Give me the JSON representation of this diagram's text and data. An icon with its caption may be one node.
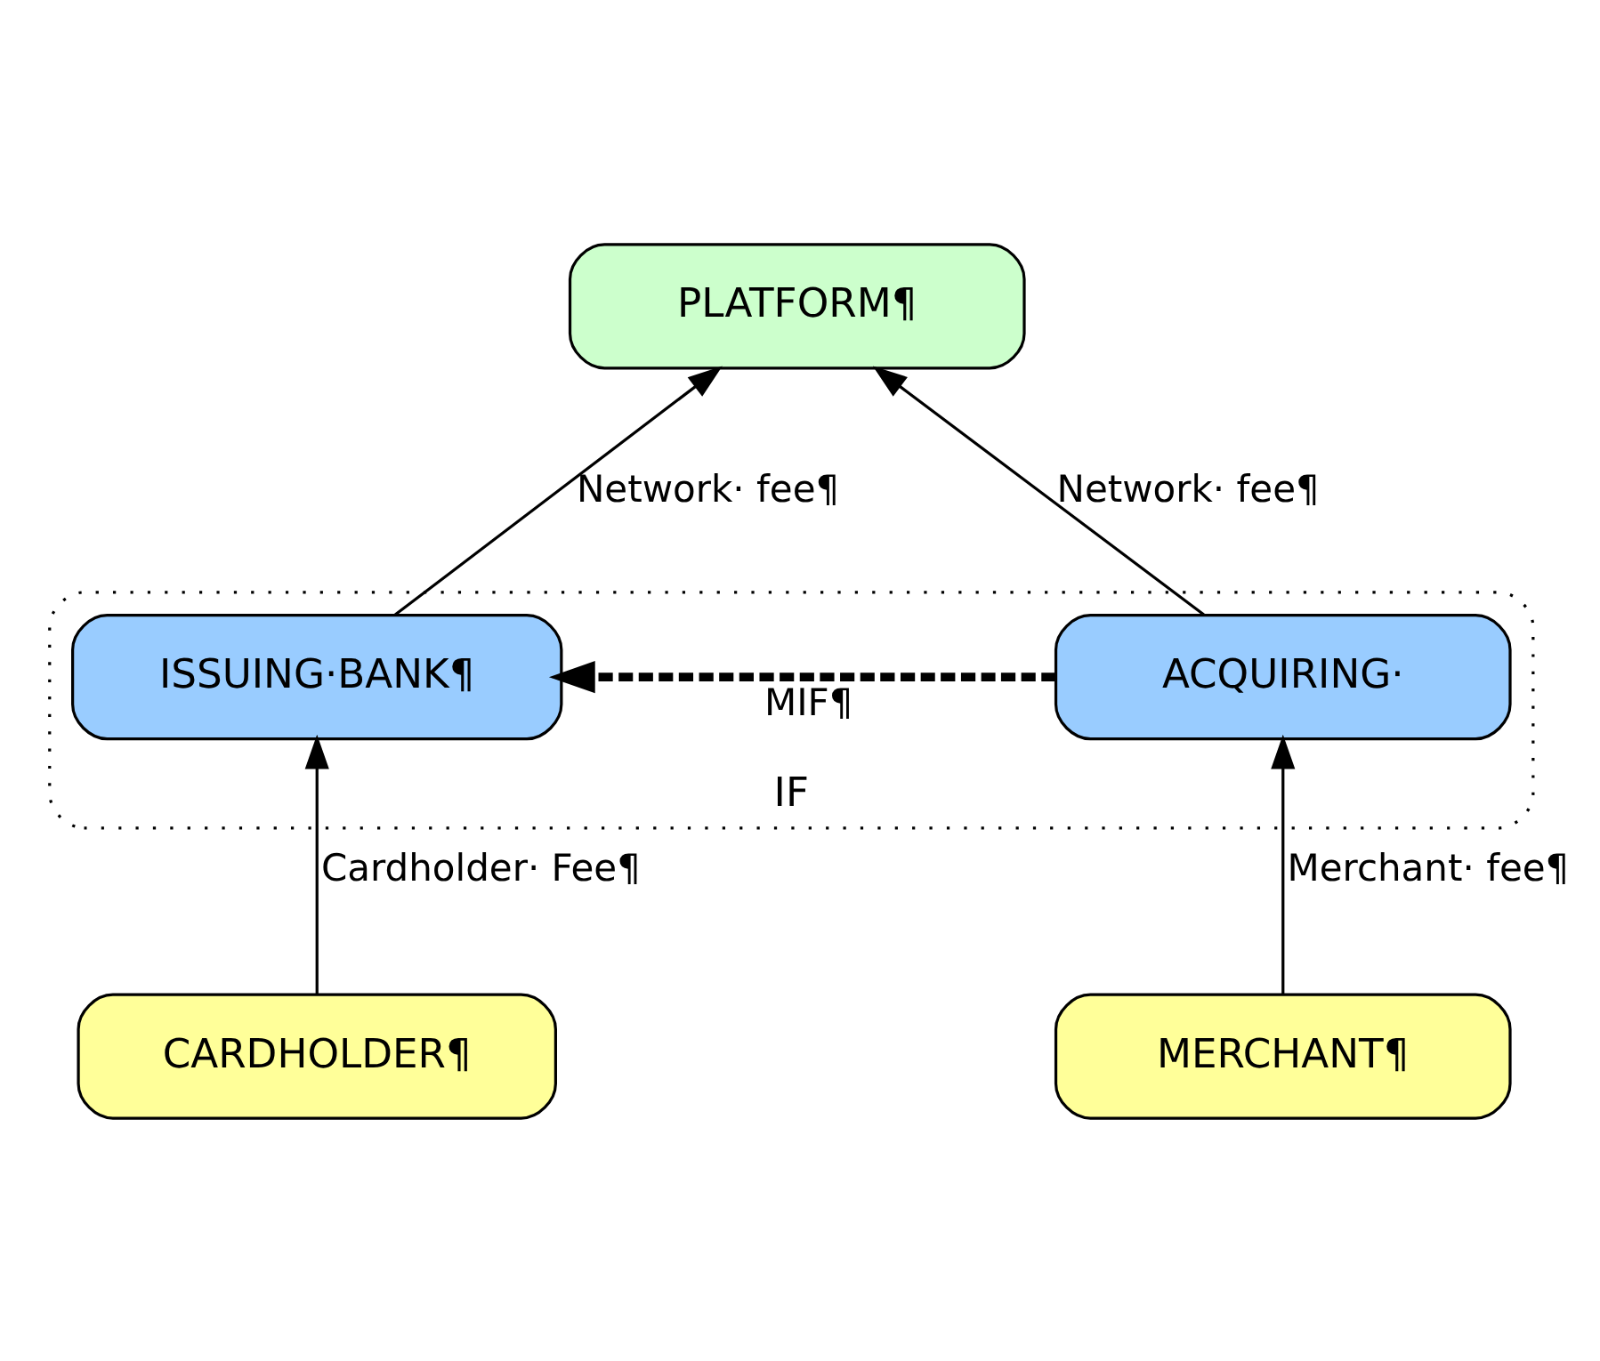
{
  "diagram": {
    "nodes": [
      {
        "text": [
          "PLATFORM¶"
        ]
      },
      {
        "text": [
          "IF"
        ]
      },
      {
        "text": [
          "ISSUING·BANK¶"
        ],
        "in": 1
      },
      {
        "text": [
          "ACQUIRING·"
        ],
        "in": 1
      },
      {
        "text": [
          "CARDHOLDER¶"
        ]
      },
      {
        "text": [
          "MERCHANT¶"
        ]
      }
    ],
    "edges": [
      {
        "from": 2,
        "to": 0,
        "arrow": "to",
        "label": "Network· fee¶"
      },
      {
        "from": 3,
        "to": 0,
        "arrow": "to",
        "label": "Network· fee¶"
      },
      {
        "from": 3,
        "to": 2,
        "arrow": "to",
        "label": "MIF¶",
        "style": "dashed"
      },
      {
        "from": 4,
        "to": 2,
        "arrow": "to",
        "label": "Cardholder· Fee¶"
      },
      {
        "from": 5,
        "to": 3,
        "arrow": "to",
        "label": "Merchant· fee¶"
      }
    ]
  }
}
